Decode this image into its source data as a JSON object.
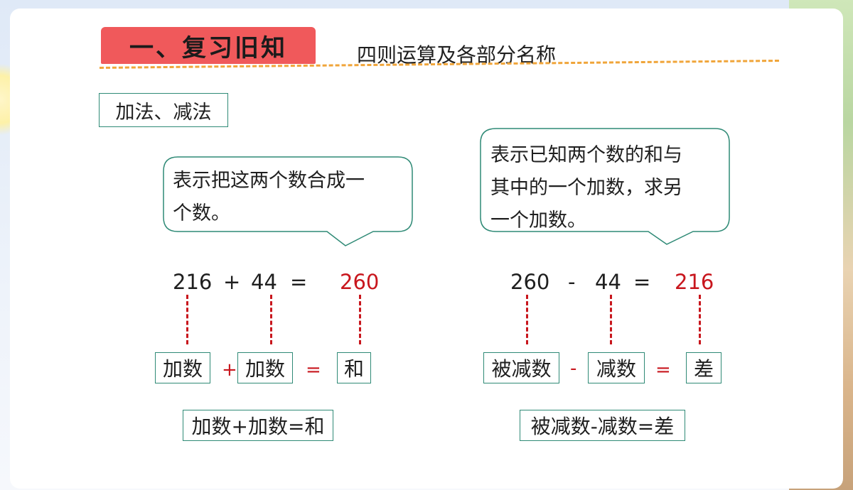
{
  "title": "一、复习旧知",
  "subtitle": "四则运算及各部分名称",
  "section_label": "加法、减法",
  "addition": {
    "bubble_lines": [
      "表示把这两个数合成一",
      "个数。"
    ],
    "equation": {
      "a": "216",
      "op": "+",
      "b": "44",
      "eq": "=",
      "result": "260"
    },
    "names": {
      "a": "加数",
      "op": "+",
      "b": "加数",
      "eq": "=",
      "result": "和"
    },
    "formula": "加数+加数=和"
  },
  "subtraction": {
    "bubble_lines": [
      "表示已知两个数的和与",
      "其中的一个加数，求另",
      "一个加数。"
    ],
    "equation": {
      "a": "260",
      "op": "-",
      "b": "44",
      "eq": "=",
      "result": "216"
    },
    "names": {
      "a": "被减数",
      "op": "-",
      "b": "减数",
      "eq": "=",
      "result": "差"
    },
    "formula": "被减数-减数=差"
  },
  "colors": {
    "title_bg": "#f0595b",
    "accent_red": "#c8161d",
    "box_border": "#2f8a76",
    "separator": "#f0a53a"
  }
}
